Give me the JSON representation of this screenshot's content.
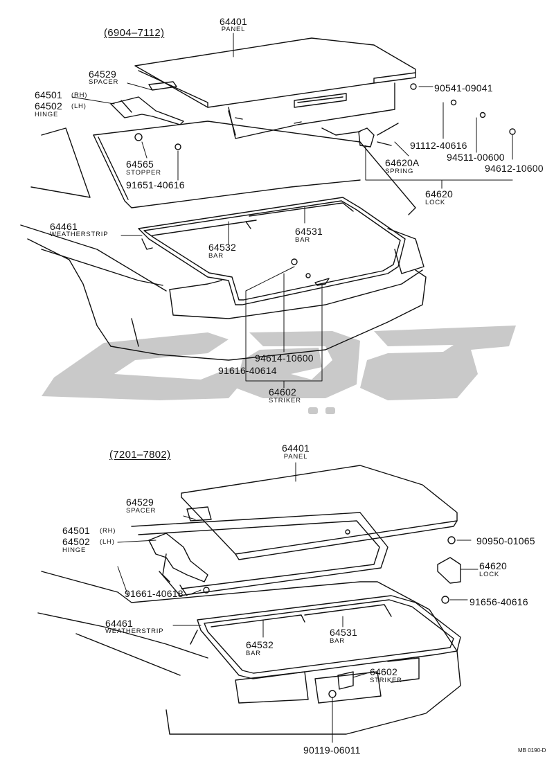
{
  "section_top": {
    "range": "(6904–7112)",
    "parts": {
      "panel": {
        "number": "64401",
        "name": "PANEL"
      },
      "spacer": {
        "number": "64529",
        "name": "SPACER"
      },
      "hinge": {
        "number_rh": "64501",
        "side_rh": "(RH)",
        "number_lh": "64502",
        "side_lh": "(LH)",
        "name": "HINGE"
      },
      "bolt_90541": {
        "number": "90541-09041"
      },
      "bolt_91112": {
        "number": "91112-40616"
      },
      "nut_94511": {
        "number": "94511-00600"
      },
      "nut_94612": {
        "number": "94612-10600"
      },
      "spring": {
        "number": "64620A",
        "name": "SPRING"
      },
      "lock": {
        "number": "64620",
        "name": "LOCK"
      },
      "stopper": {
        "number": "64565",
        "name": "STOPPER"
      },
      "bolt_91651": {
        "number": "91651-40616"
      },
      "weatherstrip": {
        "number": "64461",
        "name": "WEATHERSTRIP"
      },
      "bar_lh": {
        "number": "64532",
        "name": "BAR"
      },
      "bar_rh": {
        "number": "64531",
        "name": "BAR"
      },
      "nut_94614": {
        "number": "94614-10600"
      },
      "bolt_91616": {
        "number": "91616-40614"
      },
      "striker": {
        "number": "64602",
        "name": "STRIKER"
      }
    }
  },
  "section_bottom": {
    "range": "(7201–7802)",
    "parts": {
      "panel": {
        "number": "64401",
        "name": "PANEL"
      },
      "spacer": {
        "number": "64529",
        "name": "SPACER"
      },
      "hinge": {
        "number_rh": "64501",
        "side_rh": "(RH)",
        "number_lh": "64502",
        "side_lh": "(LH)",
        "name": "HINGE"
      },
      "nut_90950": {
        "number": "90950-01065"
      },
      "lock": {
        "number": "64620",
        "name": "LOCK"
      },
      "bolt_91661": {
        "number": "91661-40618"
      },
      "bolt_91656": {
        "number": "91656-40616"
      },
      "weatherstrip": {
        "number": "64461",
        "name": "WEATHERSTRIP"
      },
      "bar_lh": {
        "number": "64532",
        "name": "BAR"
      },
      "bar_rh": {
        "number": "64531",
        "name": "BAR"
      },
      "striker": {
        "number": "64602",
        "name": "STRIKER"
      },
      "bolt_90119": {
        "number": "90119-06011"
      }
    }
  },
  "diagram_code": "MB 0190-D",
  "watermark": {
    "color": "#c9c9c9"
  }
}
